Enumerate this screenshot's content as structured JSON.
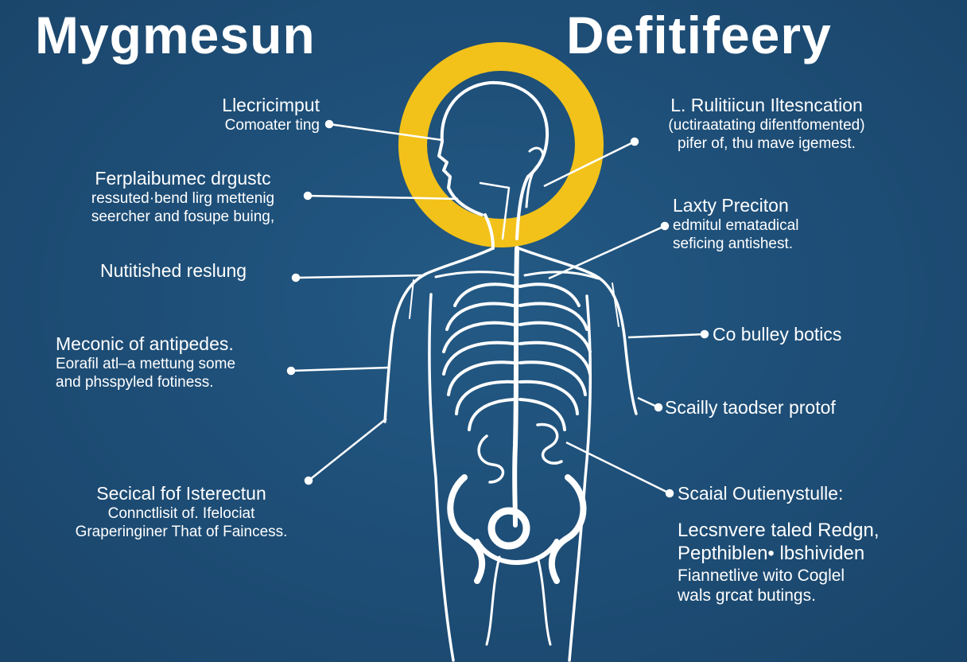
{
  "titles": {
    "left": "Mygmesun",
    "right": "Defitifeery"
  },
  "colors": {
    "background": "#1d4c73",
    "halo": "#f2c21a",
    "lines": "#ffffff"
  },
  "left_labels": [
    {
      "head": "Llecricimput",
      "lines": [
        "Comoater ting"
      ]
    },
    {
      "head": "Ferplaibumec drgustc",
      "lines": [
        "ressuted·bend lirg mettenig",
        "seercher and fosupe buing,"
      ]
    },
    {
      "head": "Nutitished reslung",
      "lines": []
    },
    {
      "head": "Meconic of antipedes.",
      "lines": [
        "Eorafil atl–a mettung some",
        "and phsspyled fotiness."
      ]
    },
    {
      "head": "Secical fof Isterectun",
      "lines": [
        "Connctlisit of. Ifelociat",
        "Graperinginer That of Faincess."
      ]
    }
  ],
  "right_labels": [
    {
      "head": "L. Rulitiicun Iltesncation",
      "lines": [
        "(uctiraatating difentfomented)",
        "pifer of, thu mave igemest."
      ]
    },
    {
      "head": "Laxty Preciton",
      "lines": [
        "edmitul ematadical",
        "seficing antishest."
      ]
    },
    {
      "head": "Co bulley botics",
      "lines": []
    },
    {
      "head": "Scailly taodser protof",
      "lines": []
    },
    {
      "head": "Scaial Outienystulle:",
      "lines": []
    },
    {
      "head": "Lecsnvere taled Redgn,",
      "lines": [
        "Pepthiblen• lbshividen",
        "Fiannetlive wito Coglel",
        "wals grcat butings."
      ]
    }
  ]
}
